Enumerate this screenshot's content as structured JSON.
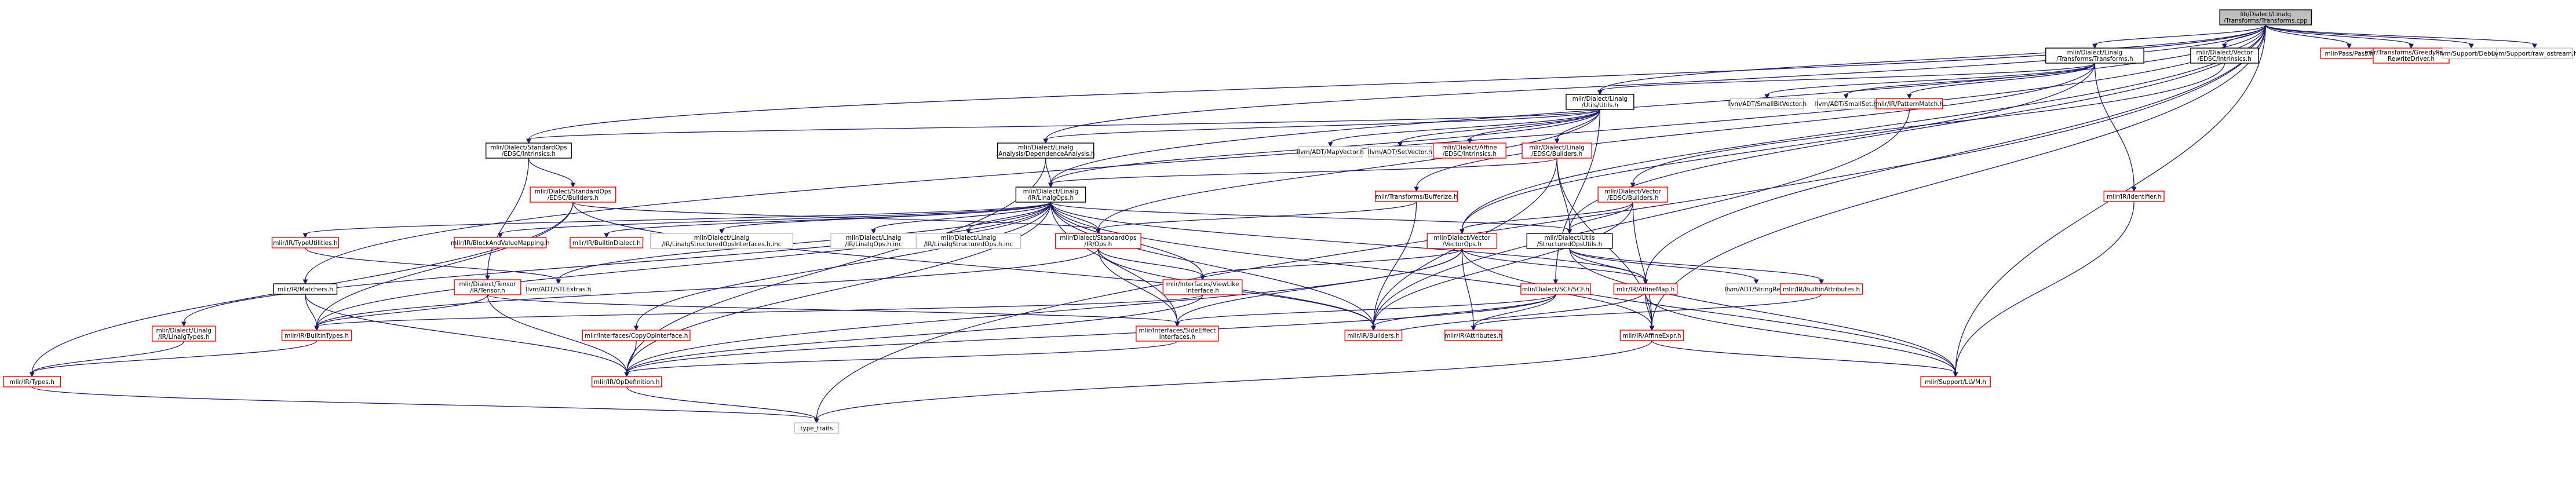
{
  "colors": {
    "root_fill": "#bfbfbf",
    "root_border": "#000000",
    "border_black": "#000000",
    "border_red": "#ff0000",
    "border_grey": "#bfbfbf",
    "edge": "#191970",
    "background": "#ffffff"
  },
  "nodes": [
    {
      "id": "root",
      "label": [
        "lib/Dialect/Linalg",
        "/Transforms/Transforms.cpp"
      ],
      "style": "root"
    },
    {
      "id": "n_linalg_transforms",
      "label": [
        "mlir/Dialect/Linalg",
        "/Transforms/Transforms.h"
      ],
      "style": "black"
    },
    {
      "id": "n_vector_intrinsics",
      "label": [
        "mlir/Dialect/Vector",
        "/EDSC/Intrinsics.h"
      ],
      "style": "black"
    },
    {
      "id": "n_pass",
      "label": [
        "mlir/Pass/Pass.h"
      ],
      "style": "red"
    },
    {
      "id": "n_greedy",
      "label": [
        "mlir/Transforms/GreedyPattern",
        "RewriteDriver.h"
      ],
      "style": "red"
    },
    {
      "id": "n_debug",
      "label": [
        "llvm/Support/Debug.h"
      ],
      "style": "grey"
    },
    {
      "id": "n_raw_ostream",
      "label": [
        "llvm/Support/raw_ostream.h"
      ],
      "style": "grey"
    },
    {
      "id": "n_linalg_utils",
      "label": [
        "mlir/Dialect/Linalg",
        "/Utils/Utils.h"
      ],
      "style": "black"
    },
    {
      "id": "n_smallbitvector",
      "label": [
        "llvm/ADT/SmallBitVector.h"
      ],
      "style": "grey"
    },
    {
      "id": "n_smallset",
      "label": [
        "llvm/ADT/SmallSet.h"
      ],
      "style": "grey"
    },
    {
      "id": "n_patternmatch",
      "label": [
        "mlir/IR/PatternMatch.h"
      ],
      "style": "red"
    },
    {
      "id": "n_std_intrinsics",
      "label": [
        "mlir/Dialect/StandardOps",
        "/EDSC/Intrinsics.h"
      ],
      "style": "black"
    },
    {
      "id": "n_dependence",
      "label": [
        "mlir/Dialect/Linalg",
        "/Analysis/DependenceAnalysis.h"
      ],
      "style": "black"
    },
    {
      "id": "n_mapvector",
      "label": [
        "llvm/ADT/MapVector.h"
      ],
      "style": "grey"
    },
    {
      "id": "n_setvector",
      "label": [
        "llvm/ADT/SetVector.h"
      ],
      "style": "grey"
    },
    {
      "id": "n_affine_intrinsics",
      "label": [
        "mlir/Dialect/Affine",
        "/EDSC/Intrinsics.h"
      ],
      "style": "red"
    },
    {
      "id": "n_linalg_builders",
      "label": [
        "mlir/Dialect/Linalg",
        "/EDSC/Builders.h"
      ],
      "style": "red"
    },
    {
      "id": "n_identifier",
      "label": [
        "mlir/IR/Identifier.h"
      ],
      "style": "red"
    },
    {
      "id": "n_std_builders",
      "label": [
        "mlir/Dialect/StandardOps",
        "/EDSC/Builders.h"
      ],
      "style": "red"
    },
    {
      "id": "n_linalgops",
      "label": [
        "mlir/Dialect/Linalg",
        "/IR/LinalgOps.h"
      ],
      "style": "black"
    },
    {
      "id": "n_bufferize",
      "label": [
        "mlir/Transforms/Bufferize.h"
      ],
      "style": "red"
    },
    {
      "id": "n_vector_builders",
      "label": [
        "mlir/Dialect/Vector",
        "/EDSC/Builders.h"
      ],
      "style": "red"
    },
    {
      "id": "n_typeutilities",
      "label": [
        "mlir/IR/TypeUtilities.h"
      ],
      "style": "red"
    },
    {
      "id": "n_blockandvalue",
      "label": [
        "mlir/IR/BlockAndValueMapping.h"
      ],
      "style": "red"
    },
    {
      "id": "n_builtindialect",
      "label": [
        "mlir/IR/BuiltinDialect.h"
      ],
      "style": "red"
    },
    {
      "id": "n_structured_ifaces_inc",
      "label": [
        "mlir/Dialect/Linalg",
        "/IR/LinalgStructuredOpsInterfaces.h.inc"
      ],
      "style": "grey"
    },
    {
      "id": "n_linalgops_inc",
      "label": [
        "mlir/Dialect/Linalg",
        "/IR/LinalgOps.h.inc"
      ],
      "style": "grey"
    },
    {
      "id": "n_structuredops_inc",
      "label": [
        "mlir/Dialect/Linalg",
        "/IR/LinalgStructuredOps.h.inc"
      ],
      "style": "grey"
    },
    {
      "id": "n_stdops",
      "label": [
        "mlir/Dialect/StandardOps",
        "/IR/Ops.h"
      ],
      "style": "red"
    },
    {
      "id": "n_vectorops",
      "label": [
        "mlir/Dialect/Vector",
        "/VectorOps.h"
      ],
      "style": "red"
    },
    {
      "id": "n_structuredopsutils",
      "label": [
        "mlir/Dialect/Utils",
        "/StructuredOpsUtils.h"
      ],
      "style": "black"
    },
    {
      "id": "n_matchers",
      "label": [
        "mlir/IR/Matchers.h"
      ],
      "style": "black"
    },
    {
      "id": "n_tensor",
      "label": [
        "mlir/Dialect/Tensor",
        "/IR/Tensor.h"
      ],
      "style": "red"
    },
    {
      "id": "n_stlextras",
      "label": [
        "llvm/ADT/STLExtras.h"
      ],
      "style": "grey"
    },
    {
      "id": "n_viewlike",
      "label": [
        "mlir/Interfaces/ViewLike",
        "Interface.h"
      ],
      "style": "red"
    },
    {
      "id": "n_scf",
      "label": [
        "mlir/Dialect/SCF/SCF.h"
      ],
      "style": "red"
    },
    {
      "id": "n_affinemap",
      "label": [
        "mlir/IR/AffineMap.h"
      ],
      "style": "red"
    },
    {
      "id": "n_stringref",
      "label": [
        "llvm/ADT/StringRef.h"
      ],
      "style": "grey"
    },
    {
      "id": "n_builtinattributes",
      "label": [
        "mlir/IR/BuiltinAttributes.h"
      ],
      "style": "red"
    },
    {
      "id": "n_linalgtypes",
      "label": [
        "mlir/Dialect/Linalg",
        "/IR/LinalgTypes.h"
      ],
      "style": "red"
    },
    {
      "id": "n_builtintypes",
      "label": [
        "mlir/IR/BuiltinTypes.h"
      ],
      "style": "red"
    },
    {
      "id": "n_copyop",
      "label": [
        "mlir/Interfaces/CopyOpInterface.h"
      ],
      "style": "red"
    },
    {
      "id": "n_sideeffect",
      "label": [
        "mlir/Interfaces/SideEffect",
        "Interfaces.h"
      ],
      "style": "red"
    },
    {
      "id": "n_irbuilders",
      "label": [
        "mlir/IR/Builders.h"
      ],
      "style": "red"
    },
    {
      "id": "n_attributes",
      "label": [
        "mlir/IR/Attributes.h"
      ],
      "style": "red"
    },
    {
      "id": "n_affineexpr",
      "label": [
        "mlir/IR/AffineExpr.h"
      ],
      "style": "red"
    },
    {
      "id": "n_types",
      "label": [
        "mlir/IR/Types.h"
      ],
      "style": "red"
    },
    {
      "id": "n_opdefinition",
      "label": [
        "mlir/IR/OpDefinition.h"
      ],
      "style": "red"
    },
    {
      "id": "n_supportllvm",
      "label": [
        "mlir/Support/LLVM.h"
      ],
      "style": "red"
    },
    {
      "id": "n_type_traits",
      "label": [
        "type_traits"
      ],
      "style": "grey"
    }
  ],
  "edges": [
    [
      "root",
      "n_linalg_transforms"
    ],
    [
      "root",
      "n_vector_intrinsics"
    ],
    [
      "root",
      "n_pass"
    ],
    [
      "root",
      "n_greedy"
    ],
    [
      "root",
      "n_debug"
    ],
    [
      "root",
      "n_raw_ostream"
    ],
    [
      "root",
      "n_linalg_utils"
    ],
    [
      "root",
      "n_std_intrinsics"
    ],
    [
      "root",
      "n_dependence"
    ],
    [
      "root",
      "n_linalgops"
    ],
    [
      "root",
      "n_vectorops"
    ],
    [
      "root",
      "n_structuredopsutils"
    ],
    [
      "root",
      "n_matchers"
    ],
    [
      "root",
      "n_affinemap"
    ],
    [
      "root",
      "n_affineexpr"
    ],
    [
      "root",
      "n_supportllvm"
    ],
    [
      "root",
      "n_type_traits"
    ],
    [
      "n_linalg_transforms",
      "n_linalg_utils"
    ],
    [
      "n_linalg_transforms",
      "n_smallbitvector"
    ],
    [
      "n_linalg_transforms",
      "n_smallset"
    ],
    [
      "n_linalg_transforms",
      "n_patternmatch"
    ],
    [
      "n_linalg_transforms",
      "n_identifier"
    ],
    [
      "n_linalg_transforms",
      "n_bufferize"
    ],
    [
      "n_linalg_transforms",
      "n_vectorops"
    ],
    [
      "n_vector_intrinsics",
      "n_vector_builders"
    ],
    [
      "n_linalg_utils",
      "n_std_intrinsics"
    ],
    [
      "n_linalg_utils",
      "n_dependence"
    ],
    [
      "n_linalg_utils",
      "n_mapvector"
    ],
    [
      "n_linalg_utils",
      "n_setvector"
    ],
    [
      "n_linalg_utils",
      "n_affine_intrinsics"
    ],
    [
      "n_linalg_utils",
      "n_linalg_builders"
    ],
    [
      "n_linalg_utils",
      "n_linalgops"
    ],
    [
      "n_linalg_utils",
      "n_stdops"
    ],
    [
      "n_linalg_utils",
      "n_scf"
    ],
    [
      "n_patternmatch",
      "n_irbuilders"
    ],
    [
      "n_std_intrinsics",
      "n_std_builders"
    ],
    [
      "n_std_intrinsics",
      "n_tensor"
    ],
    [
      "n_dependence",
      "n_linalgops"
    ],
    [
      "n_dependence",
      "n_opdefinition"
    ],
    [
      "n_linalg_builders",
      "n_linalgops"
    ],
    [
      "n_linalg_builders",
      "n_irbuilders"
    ],
    [
      "n_linalg_builders",
      "n_affineexpr"
    ],
    [
      "n_linalg_builders",
      "n_structuredopsutils"
    ],
    [
      "n_identifier",
      "n_supportllvm"
    ],
    [
      "n_std_builders",
      "n_stdops"
    ],
    [
      "n_std_builders",
      "n_irbuilders"
    ],
    [
      "n_std_builders",
      "n_builtintypes"
    ],
    [
      "n_std_builders",
      "n_types"
    ],
    [
      "n_linalgops",
      "n_typeutilities"
    ],
    [
      "n_linalgops",
      "n_blockandvalue"
    ],
    [
      "n_linalgops",
      "n_builtindialect"
    ],
    [
      "n_linalgops",
      "n_structured_ifaces_inc"
    ],
    [
      "n_linalgops",
      "n_linalgops_inc"
    ],
    [
      "n_linalgops",
      "n_structuredops_inc"
    ],
    [
      "n_linalgops",
      "n_stdops"
    ],
    [
      "n_linalgops",
      "n_structuredopsutils"
    ],
    [
      "n_linalgops",
      "n_stlextras"
    ],
    [
      "n_linalgops",
      "n_viewlike"
    ],
    [
      "n_linalgops",
      "n_affinemap"
    ],
    [
      "n_linalgops",
      "n_linalgtypes"
    ],
    [
      "n_linalgops",
      "n_builtintypes"
    ],
    [
      "n_linalgops",
      "n_copyop"
    ],
    [
      "n_linalgops",
      "n_sideeffect"
    ],
    [
      "n_linalgops",
      "n_opdefinition"
    ],
    [
      "n_linalgops",
      "n_irbuilders"
    ],
    [
      "n_linalgops",
      "n_affineexpr"
    ],
    [
      "n_bufferize",
      "n_stdops"
    ],
    [
      "n_bufferize",
      "n_irbuilders"
    ],
    [
      "n_vector_builders",
      "n_vectorops"
    ],
    [
      "n_vector_builders",
      "n_structuredopsutils"
    ],
    [
      "n_vector_builders",
      "n_irbuilders"
    ],
    [
      "n_vector_builders",
      "n_affineexpr"
    ],
    [
      "n_typeutilities",
      "n_stlextras"
    ],
    [
      "n_stdops",
      "n_viewlike"
    ],
    [
      "n_stdops",
      "n_builtintypes"
    ],
    [
      "n_stdops",
      "n_sideeffect"
    ],
    [
      "n_stdops",
      "n_irbuilders"
    ],
    [
      "n_vectorops",
      "n_viewlike"
    ],
    [
      "n_vectorops",
      "n_sideeffect"
    ],
    [
      "n_vectorops",
      "n_affinemap"
    ],
    [
      "n_vectorops",
      "n_attributes"
    ],
    [
      "n_vectorops",
      "n_opdefinition"
    ],
    [
      "n_vectorops",
      "n_supportllvm"
    ],
    [
      "n_structuredopsutils",
      "n_affinemap"
    ],
    [
      "n_structuredopsutils",
      "n_stringref"
    ],
    [
      "n_structuredopsutils",
      "n_builtinattributes"
    ],
    [
      "n_structuredopsutils",
      "n_supportllvm"
    ],
    [
      "n_matchers",
      "n_builtintypes"
    ],
    [
      "n_matchers",
      "n_opdefinition"
    ],
    [
      "n_tensor",
      "n_builtintypes"
    ],
    [
      "n_tensor",
      "n_sideeffect"
    ],
    [
      "n_tensor",
      "n_opdefinition"
    ],
    [
      "n_viewlike",
      "n_opdefinition"
    ],
    [
      "n_viewlike",
      "n_builtintypes"
    ],
    [
      "n_scf",
      "n_sideeffect"
    ],
    [
      "n_scf",
      "n_irbuilders"
    ],
    [
      "n_scf",
      "n_attributes"
    ],
    [
      "n_scf",
      "n_opdefinition"
    ],
    [
      "n_affinemap",
      "n_affineexpr"
    ],
    [
      "n_affinemap",
      "n_supportllvm"
    ],
    [
      "n_builtinattributes",
      "n_attributes"
    ],
    [
      "n_linalgtypes",
      "n_types"
    ],
    [
      "n_builtintypes",
      "n_types"
    ],
    [
      "n_copyop",
      "n_opdefinition"
    ],
    [
      "n_sideeffect",
      "n_opdefinition"
    ],
    [
      "n_irbuilders",
      "n_affinemap"
    ],
    [
      "n_affineexpr",
      "n_supportllvm"
    ],
    [
      "n_affineexpr",
      "n_type_traits"
    ],
    [
      "n_types",
      "n_type_traits"
    ],
    [
      "n_opdefinition",
      "n_type_traits"
    ]
  ]
}
